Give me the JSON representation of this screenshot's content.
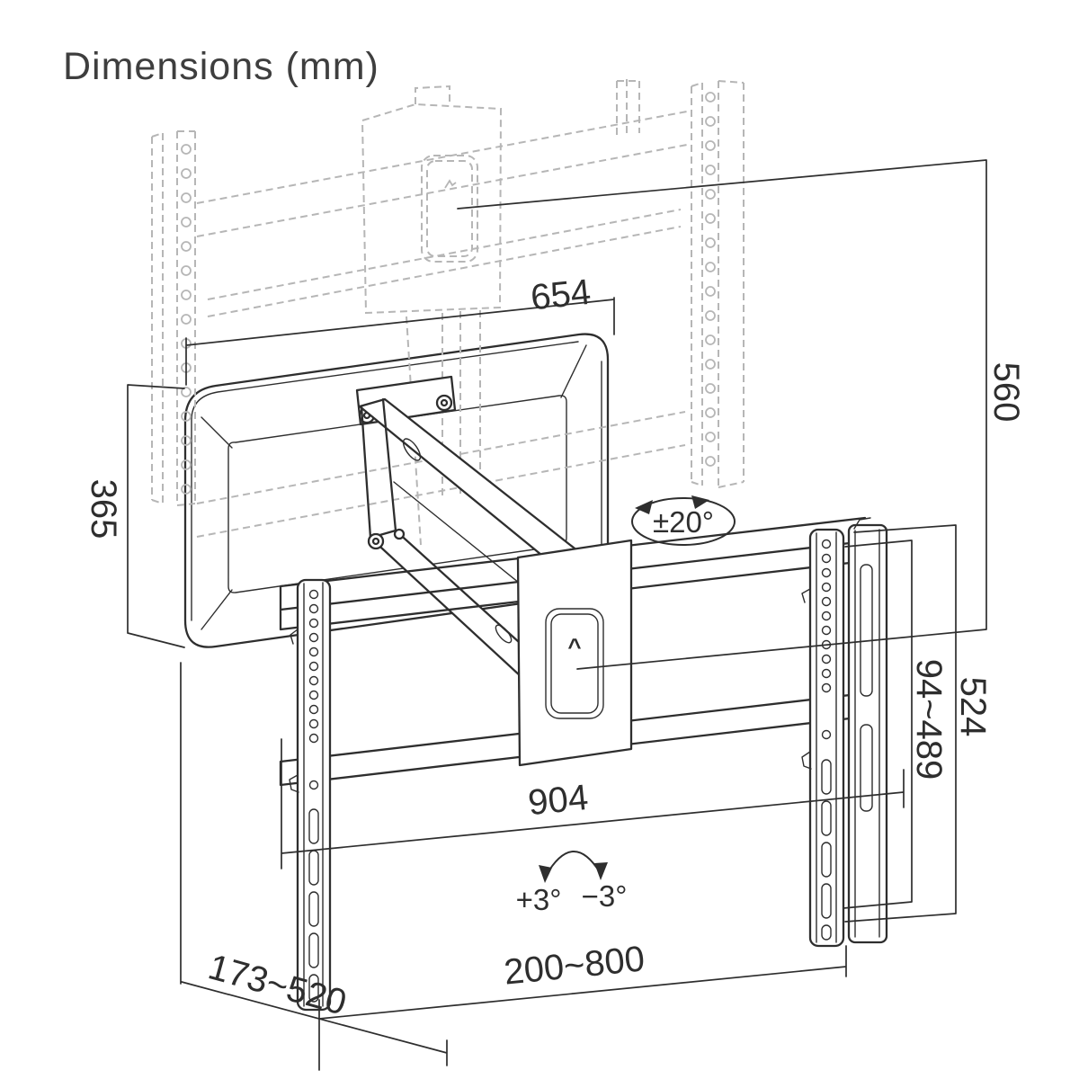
{
  "title": "Dimensions (mm)",
  "colors": {
    "line": "#2e2e2e",
    "ghost": "#b6b6b6",
    "background": "#ffffff"
  },
  "icons": {
    "motor_panel_arrow": "^"
  },
  "dimensions": {
    "wall_plate_width": "654",
    "drop_travel": "560",
    "wall_plate_height": "365",
    "swivel_range": "±20°",
    "height_adjust_range": "94~489",
    "bracket_height": "524",
    "rail_length": "904",
    "tilt_plus": "+3°",
    "tilt_minus": "−3°",
    "wall_distance_range": "173~520",
    "bracket_spacing_range": "200~800"
  }
}
